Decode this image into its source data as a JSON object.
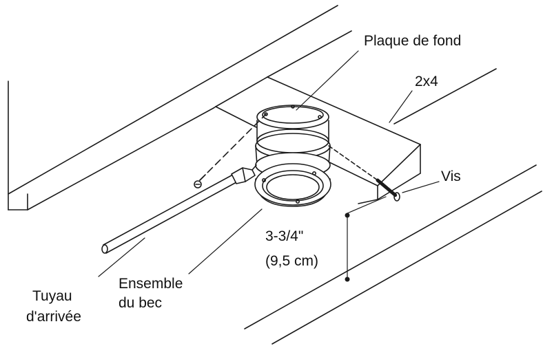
{
  "labels": {
    "base_plate": "Plaque de fond",
    "lumber": "2x4",
    "screw": "Vis",
    "dimension_imperial": "3-3/4\"",
    "dimension_metric": "(9,5 cm)",
    "spout_line1": "Ensemble",
    "spout_line2": "du bec",
    "pipe_line1": "Tuyau",
    "pipe_line2": "d'arrivée"
  },
  "colors": {
    "stroke": "#1a1a1a",
    "background": "#ffffff"
  }
}
